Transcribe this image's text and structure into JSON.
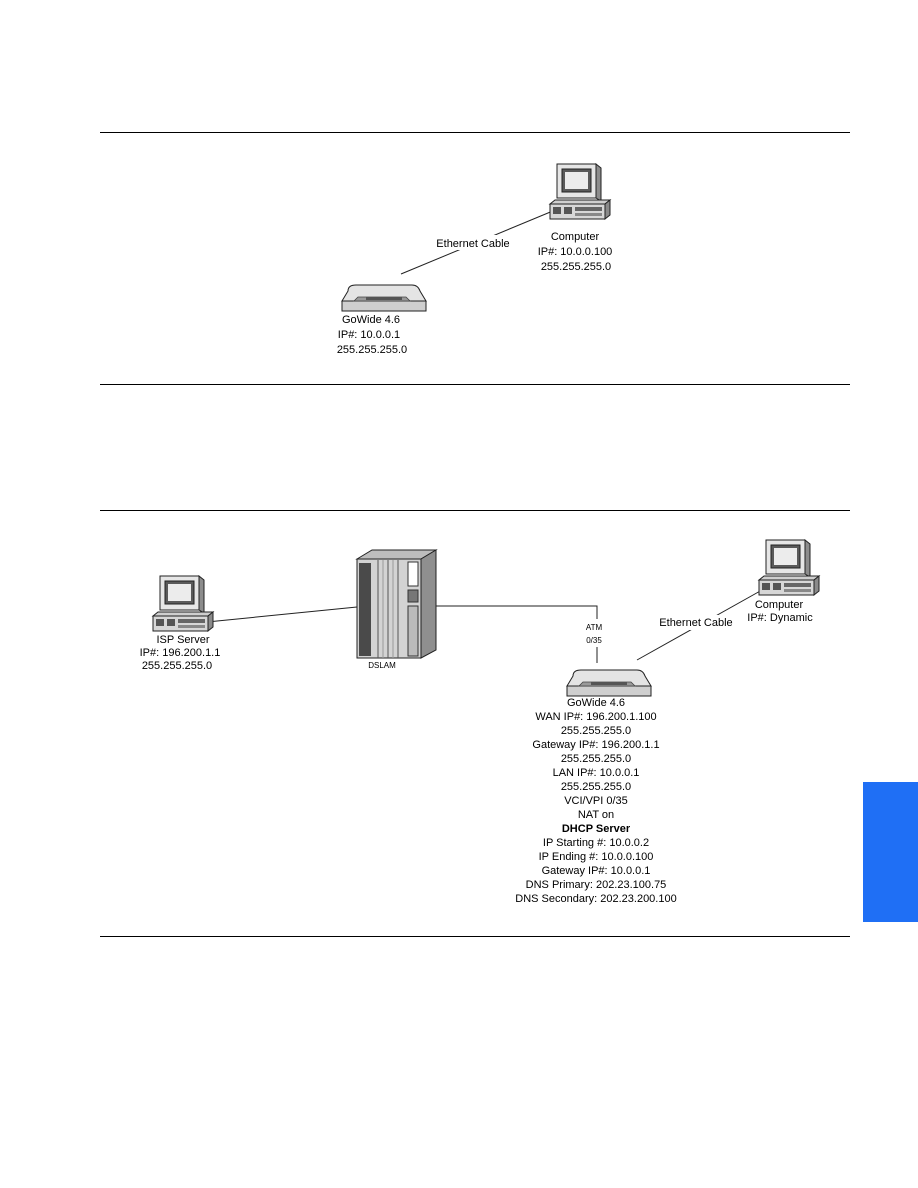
{
  "diagram1": {
    "cable_label": "Ethernet Cable",
    "computer": {
      "name": "Computer",
      "ip": "IP#: 10.0.0.100",
      "mask": "255.255.255.0"
    },
    "router": {
      "name": "GoWide 4.6",
      "ip": "IP#: 10.0.0.1",
      "mask": "255.255.255.0"
    }
  },
  "diagram2": {
    "isp": {
      "name": "ISP Server",
      "ip": "IP#: 196.200.1.1",
      "mask": "255.255.255.0"
    },
    "dslam": {
      "name": "DSLAM"
    },
    "atm": {
      "line1": "ATM",
      "line2": "0/35"
    },
    "cable_label": "Ethernet Cable",
    "computer": {
      "name": "Computer",
      "ip": "IP#: Dynamic"
    },
    "router": {
      "name": "GoWide 4.6",
      "wan_ip": "WAN IP#: 196.200.1.100",
      "wan_mask": "255.255.255.0",
      "gateway_ip": "Gateway IP#: 196.200.1.1",
      "gateway_mask": "255.255.255.0",
      "lan_ip": "LAN IP#: 10.0.0.1",
      "lan_mask": "255.255.255.0",
      "vci_vpi": "VCI/VPI 0/35",
      "nat": "NAT on",
      "dhcp_heading": "DHCP Server",
      "ip_start": "IP Starting #: 10.0.0.2",
      "ip_end": "IP Ending #: 10.0.0.100",
      "dhcp_gateway": "Gateway IP#: 10.0.0.1",
      "dns_primary": "DNS Primary: 202.23.100.75",
      "dns_secondary": "DNS Secondary: 202.23.200.100"
    }
  },
  "colors": {
    "side_tab": "#1f6ff5"
  }
}
